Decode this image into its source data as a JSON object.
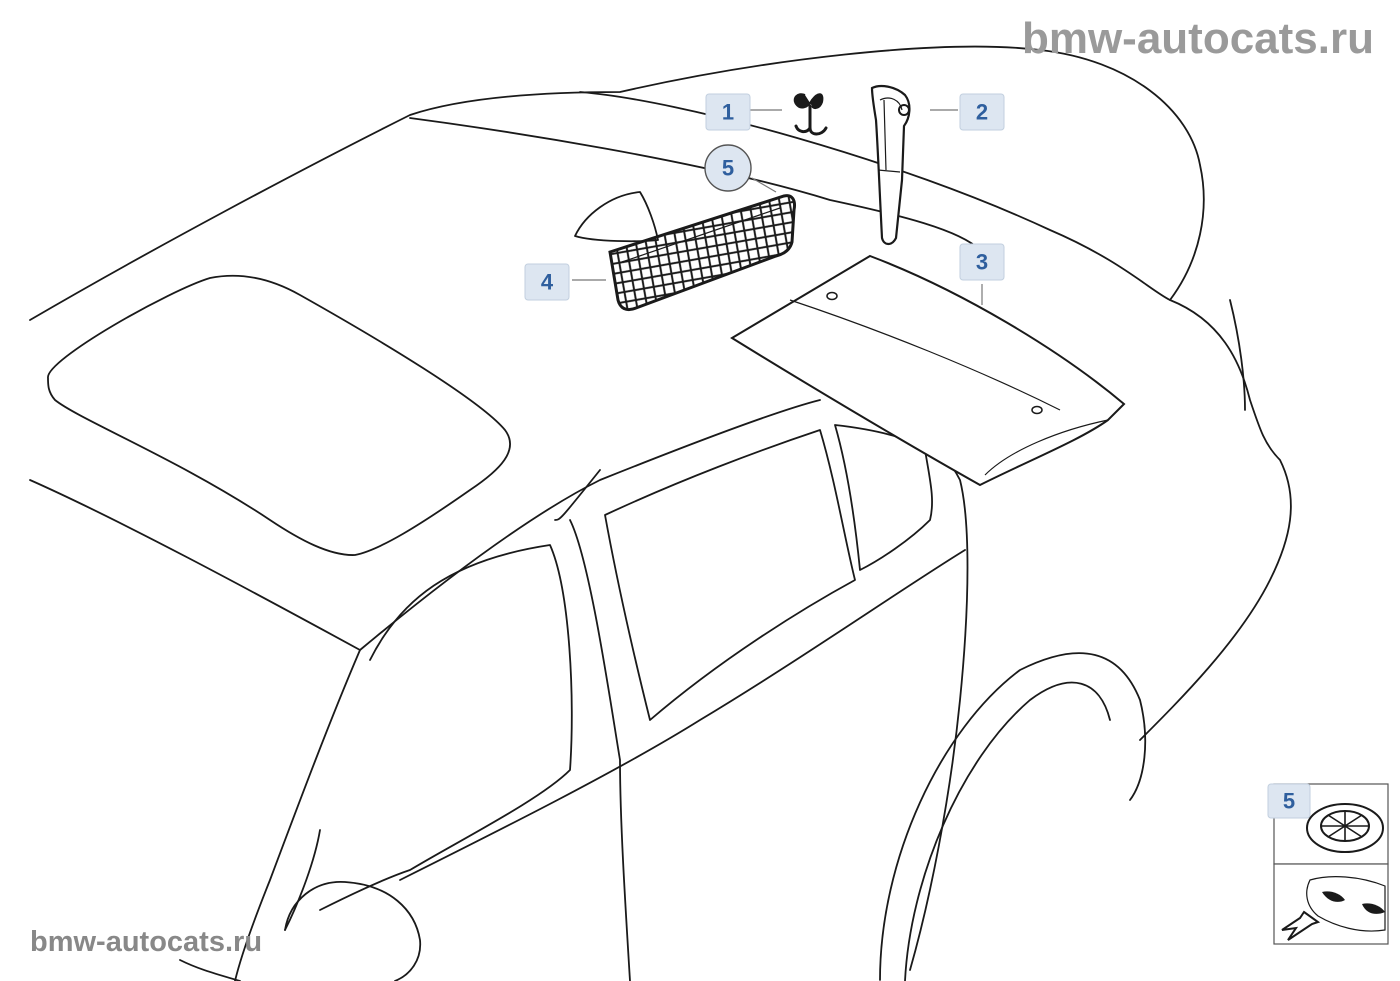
{
  "watermark_top": "bmw-autocats.ru",
  "watermark_bottom": "bmw-autocats.ru",
  "callouts": [
    {
      "label": "1",
      "shape": "box"
    },
    {
      "label": "2",
      "shape": "box"
    },
    {
      "label": "3",
      "shape": "box"
    },
    {
      "label": "4",
      "shape": "box"
    },
    {
      "label": "5",
      "shape": "circle"
    }
  ],
  "legend_panel": {
    "label": "5"
  },
  "colors": {
    "callout_fill": "#dde6f1",
    "callout_text": "#2f5f9e",
    "line": "#1a1a1a",
    "watermark": "#9a9a9a"
  }
}
